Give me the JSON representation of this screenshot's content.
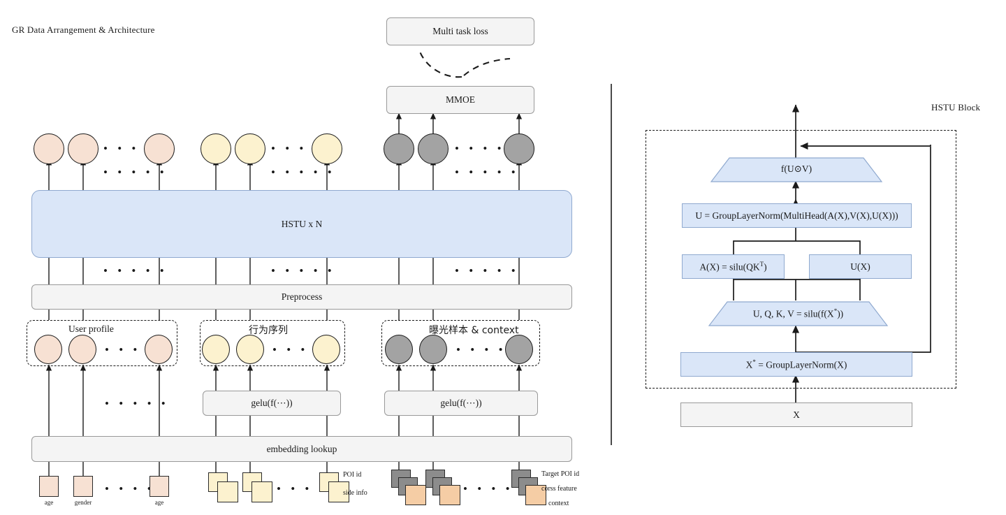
{
  "left_panel": {
    "title": "GR Data Arrangement & Architecture",
    "top_boxes": {
      "loss": "Multi task loss",
      "mmoe": "MMOE"
    },
    "hstu_stack": "HSTU x N",
    "preprocess": "Preprocess",
    "activation_boxes": [
      "gelu(f(⋯))",
      "gelu(f(⋯))"
    ],
    "embedding": "embedding lookup",
    "groups": [
      {
        "name": "User profile",
        "color": "#f7e1d3"
      },
      {
        "name": "行为序列",
        "color": "#fcf2cf"
      },
      {
        "name": "曝光样本 & context",
        "color": "#a3a3a3"
      }
    ],
    "feature_labels": {
      "user": [
        "age",
        "gender",
        "age"
      ],
      "behavior": [
        "POI id",
        "side info"
      ],
      "target": [
        "Target POI id",
        "corss feature",
        "context"
      ]
    },
    "ellipsis": "• • • • •"
  },
  "right_panel": {
    "title": "HSTU Block",
    "nodes": {
      "fuv": "f(U⊙V)",
      "u_groupnorm": "U = GroupLayerNorm(MultiHead(A(X),V(X),U(X)))",
      "ax": "A(X) = silu(QK",
      "ax_sup": "T",
      "ax_tail": ")",
      "ux": "U(X)",
      "uqkv": "U, Q, K, V = silu(f(X",
      "uqkv_sup": "*",
      "uqkv_tail": "))",
      "xstar": "X",
      "xstar_sup": "*",
      "xstar_tail": " = GroupLayerNorm(X)",
      "x_input": "X"
    }
  },
  "colors": {
    "peach": "#f7e1d3",
    "yellow": "#fcf2cf",
    "gray_node": "#a3a3a3",
    "orange_sq": "#f5cda5",
    "gray_sq": "#8c8c8c",
    "blue_fill": "#dae6f8",
    "blue_stroke": "#8fa9cf",
    "box_fill": "#f4f4f4",
    "box_stroke": "#999999",
    "stroke": "#1a1a1a"
  }
}
